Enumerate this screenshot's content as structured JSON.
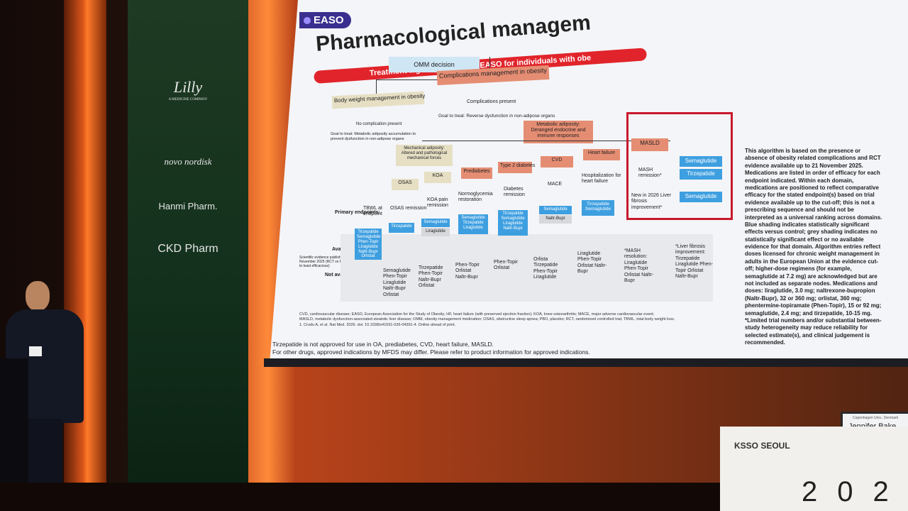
{
  "sponsors": [
    "Lilly",
    "A MEDICINE COMPANY",
    "novo nordisk",
    "Hanmi Pharm.",
    "CKD Pharm"
  ],
  "slide": {
    "brand": "EASO",
    "title": "Pharmacological managem",
    "banner": "Treatment algorithm from the EASO for individuals with obe",
    "omm": "OMM decision",
    "complications_mgmt": "Complications management in obesity",
    "bw_mgmt": "Body weight management in obesity",
    "complications_present": "Complications present",
    "no_complication": "No complication present",
    "goal_prevent": "Goal to treat: Metabolic adiposity accumulation to prevent dysfunction in non-adipose organs",
    "goal_reverse": "Goal to treat: Reverse dysfunction in non-adipose organs",
    "metabolic": "Metabolic adiposity: Deranged endocrine and immune responses",
    "mechanical": "Mechanical adiposity: Altered and pathological mechanical forces",
    "osas": "OSAS",
    "koa": "KOA",
    "prediabetes": "Prediabetes",
    "t2d": "Type 2 diabetes",
    "cvd": "CVD",
    "hf": "Heart failure",
    "masld": "MASLD",
    "primary_endpoints": "Primary endpoints:",
    "tbwl": "TBWL at endpoint",
    "osas_remission": "OSAS remission",
    "koa_pain": "KOA pain remission",
    "normo": "Normoglycemia restoration",
    "diab_remission": "Diabetes remission",
    "mace": "MACE",
    "hosp_hf": "Hospitalization for heart failure",
    "mash_rem": "MASH remission*",
    "liver_new": "New in 2026 Liver fibrosis improvement*",
    "available": "Available",
    "sci_evidence": "Scientific evidence published up to 21 November 2025 (RCT vs PBO; most to least efficacious)",
    "not_available": "Not available",
    "tbwl_meds": "Tirzepatide Semaglutide Phen-Topir Liraglutide Naltr-Bupr Orlistat",
    "osas_med": "Tirzepatide",
    "koa_med1": "Semaglutide",
    "koa_med2": "Liraglutide",
    "pre_meds": "Semaglutide Tirzepatide Liraglutide",
    "t2d_meds": "Tirzepatide Semaglutide Liraglutide Naltr-Bupr",
    "cvd_med1": "Semaglutide",
    "cvd_med2": "Naltr-Bupr",
    "hf_meds": "Tirzepatide Semaglutide",
    "masld_sema": "Semaglutide",
    "masld_tirz": "Tirzepatide",
    "masld_sema2": "Semaglutide",
    "na1": "Semaglutide Phen-Topir Liraglutide Naltr-Bupr Orlistat",
    "na2": "Tirzepatide Phen-Topir Naltr-Bupr Orlistat",
    "na3": "Phen-Topir Orlistat Naltr-Bupr",
    "na4": "Phen-Topir Orlistat",
    "na5": "Orlista Tirzepatide Phen-Topir Liraglutide",
    "na6": "Liraglutide Phen-Topir Orlistat Naltr-Bupr",
    "na7": "*MASH resolution: Liraglutide Phen-Topir Orlistat Naltr-Bupr",
    "na8": "*Liver fibrosis improvement: Tirzepatide Liraglutide Phen-Topir Orlistat Naltr-Bupr",
    "description": "This algorithm is based on the presence or absence of obesity related complications and RCT evidence available up to 21 November 2025. Medications are listed in order of efficacy for each endpoint indicated. Within each domain, medications are positioned to reflect comparative efficacy for the stated endpoint(s) based on trial evidence available up to the cut-off; this is not a prescribing sequence and should not be interpreted as a universal ranking across domains. Blue shading indicates statistically significant effects versus control; grey shading indicates no statistically significant effect or no available evidence for that domain. Algorithm entries reflect doses licensed for chronic weight management in adults in the European Union at the evidence cut-off; higher-dose regimens (for example, semaglutide at 7.2 mg) are acknowledged but are not included as separate nodes. Medications and doses: liraglutide, 3.0 mg; naltrexone-bupropion (Naltr-Bupr), 32 or 360 mg; orlistat, 360 mg; phentermine-topiramate (Phen-Topir), 15 or 92 mg; semaglutide, 2.4 mg; and tirzepatide, 10-15 mg. *Limited trial numbers and/or substantial between-study heterogeneity may reduce reliability for selected estimate(s), and clinical judgement is recommended.",
    "footnote1": "CVD, cardiovascular disease; EASO, European Association for the Study of Obesity; HF, heart failure (with preserved ejection fraction); KOA, knee osteoarthritis; MACE, major adverse cardiovascular event;",
    "footnote2": "MASLD, metabolic dysfunction-associated steatotic liver disease; OMM, obesity-management medication; OSAS, obstructive sleep apnea; PBO, placebo; RCT, randomized controlled trial; TBWL, total body weight loss.",
    "footnote3": "1. Crudu A, et al. Nat Med. 2026. doi: 10.1038/s41591-026-04391-4. Online ahead of print.",
    "bottom1": "Tirzepatide is not approved for use in OA, prediabetes, CVD, heart failure, MASLD.",
    "bottom2": "For other drugs, approved indications by MFDS may differ. Please refer to product information for approved indications."
  },
  "nameplate": {
    "logos": "KSSO  SEOUL",
    "year": "202",
    "monitor_sub": "Copenhagen Univ., Denmark",
    "monitor_name": "Jennifer Bake"
  }
}
